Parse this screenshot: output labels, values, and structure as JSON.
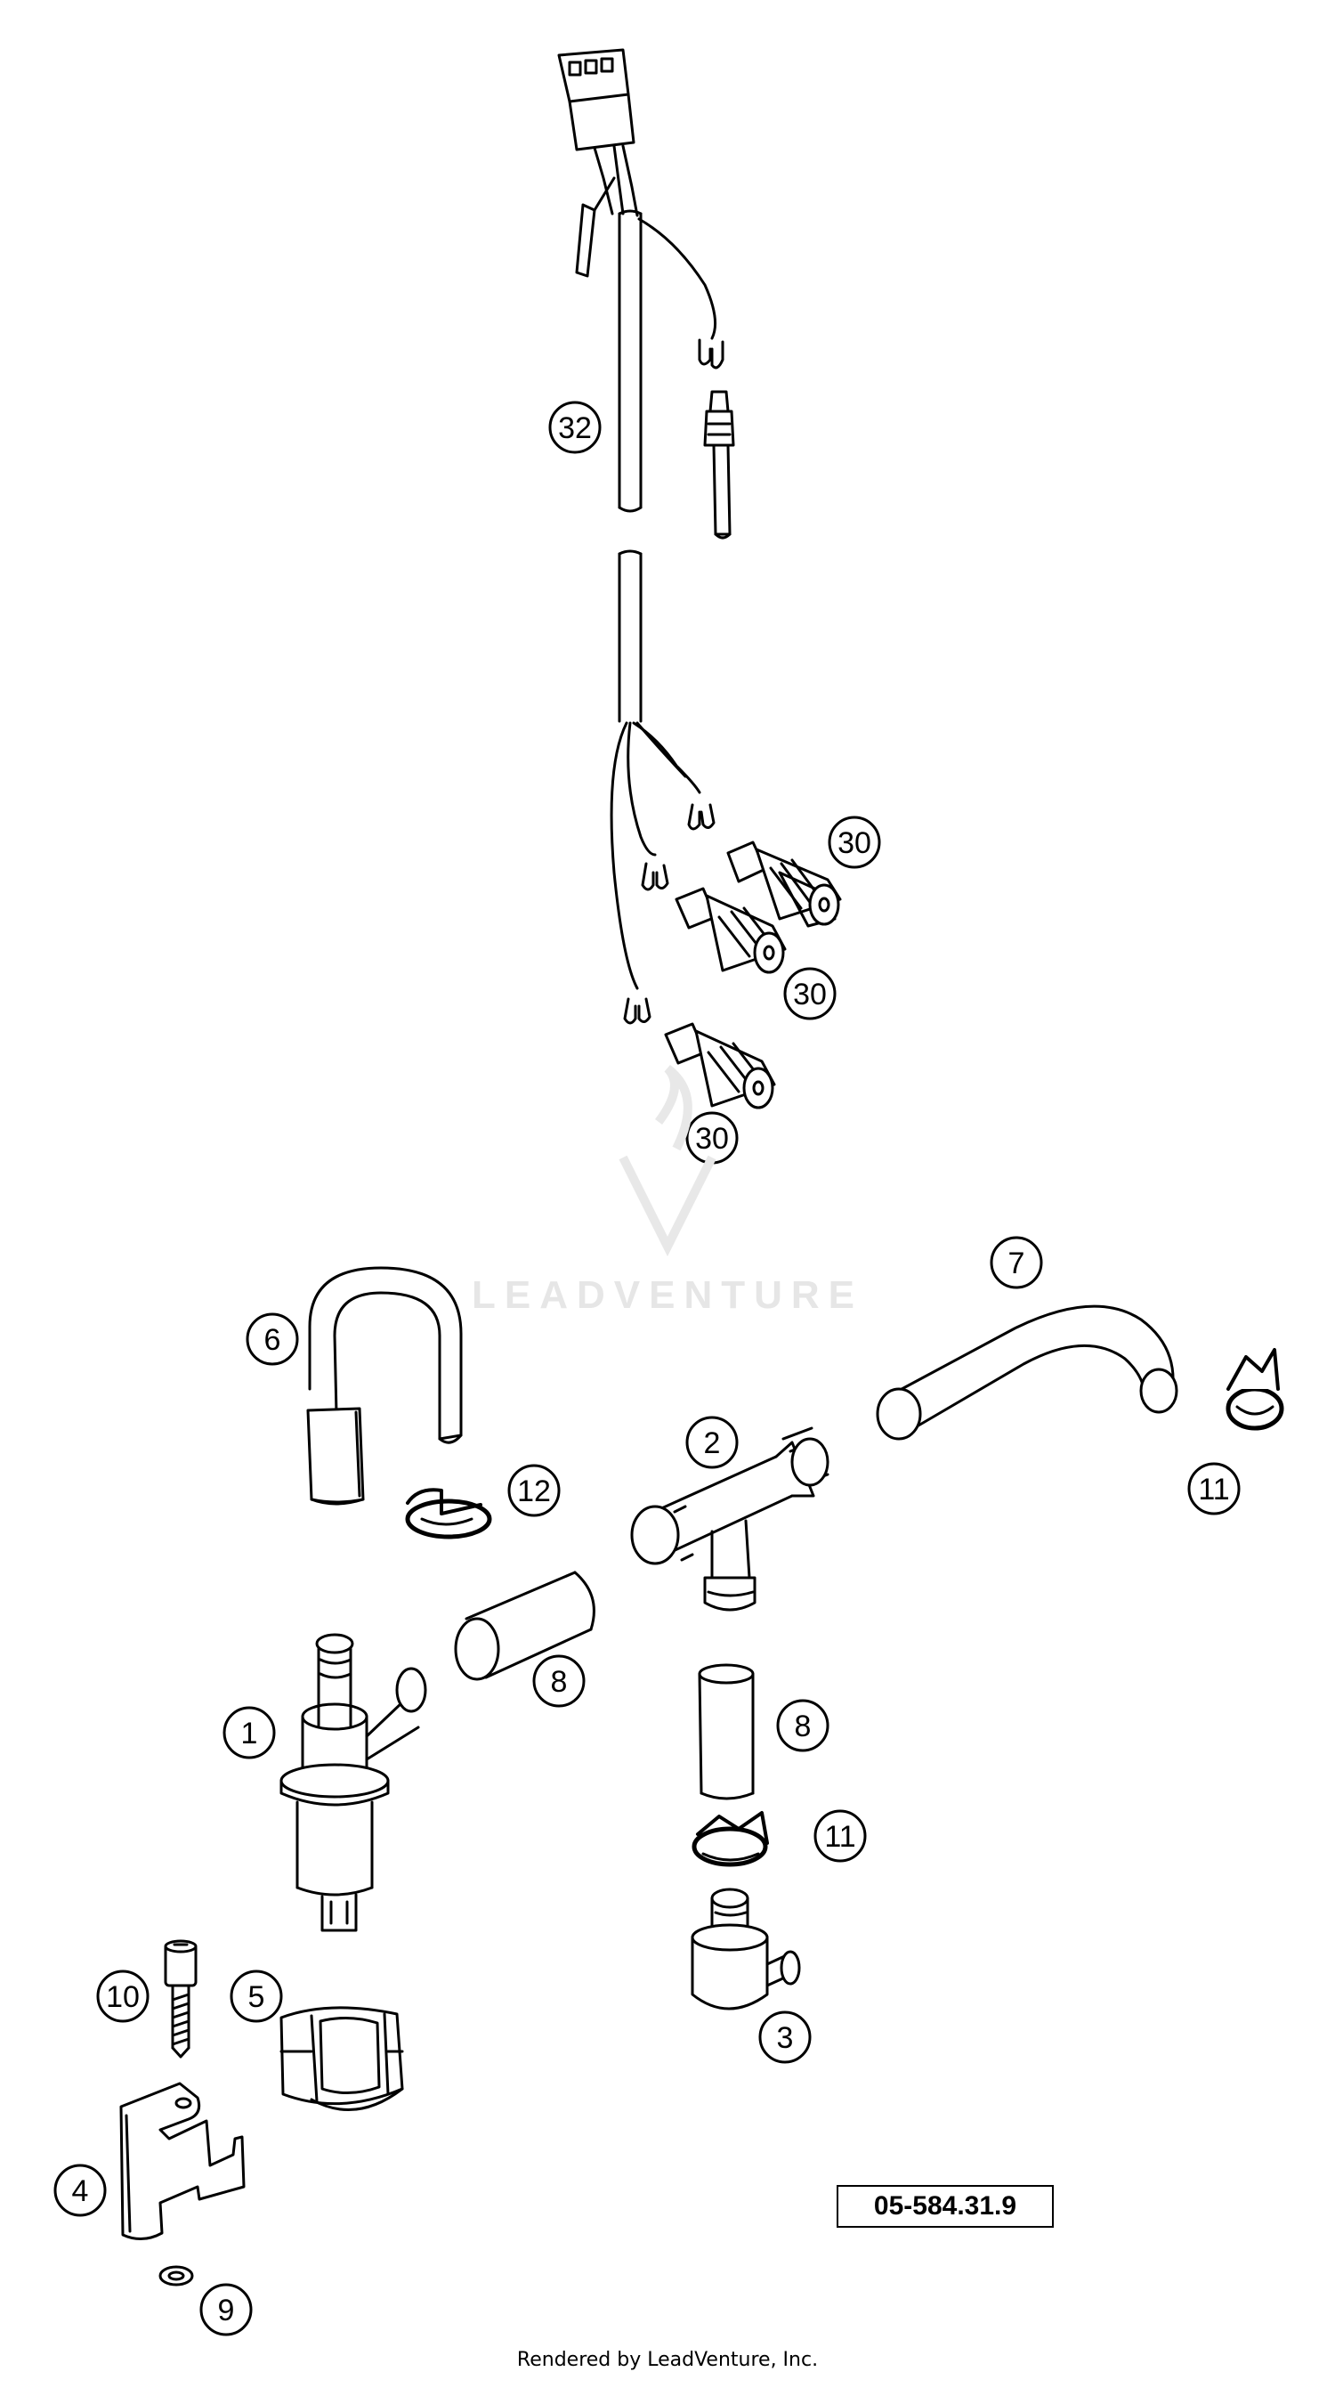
{
  "callouts": {
    "c32": "32",
    "c30a": "30",
    "c30b": "30",
    "c30c": "30",
    "c6": "6",
    "c7": "7",
    "c11a": "11",
    "c2": "2",
    "c12": "12",
    "c8a": "8",
    "c1": "1",
    "c8b": "8",
    "c11b": "11",
    "c10": "10",
    "c5": "5",
    "c3": "3",
    "c4": "4",
    "c9": "9"
  },
  "diagram_code": "05-584.31.9",
  "watermark": "LEADVENTURE",
  "footer": "Rendered by LeadVenture, Inc."
}
